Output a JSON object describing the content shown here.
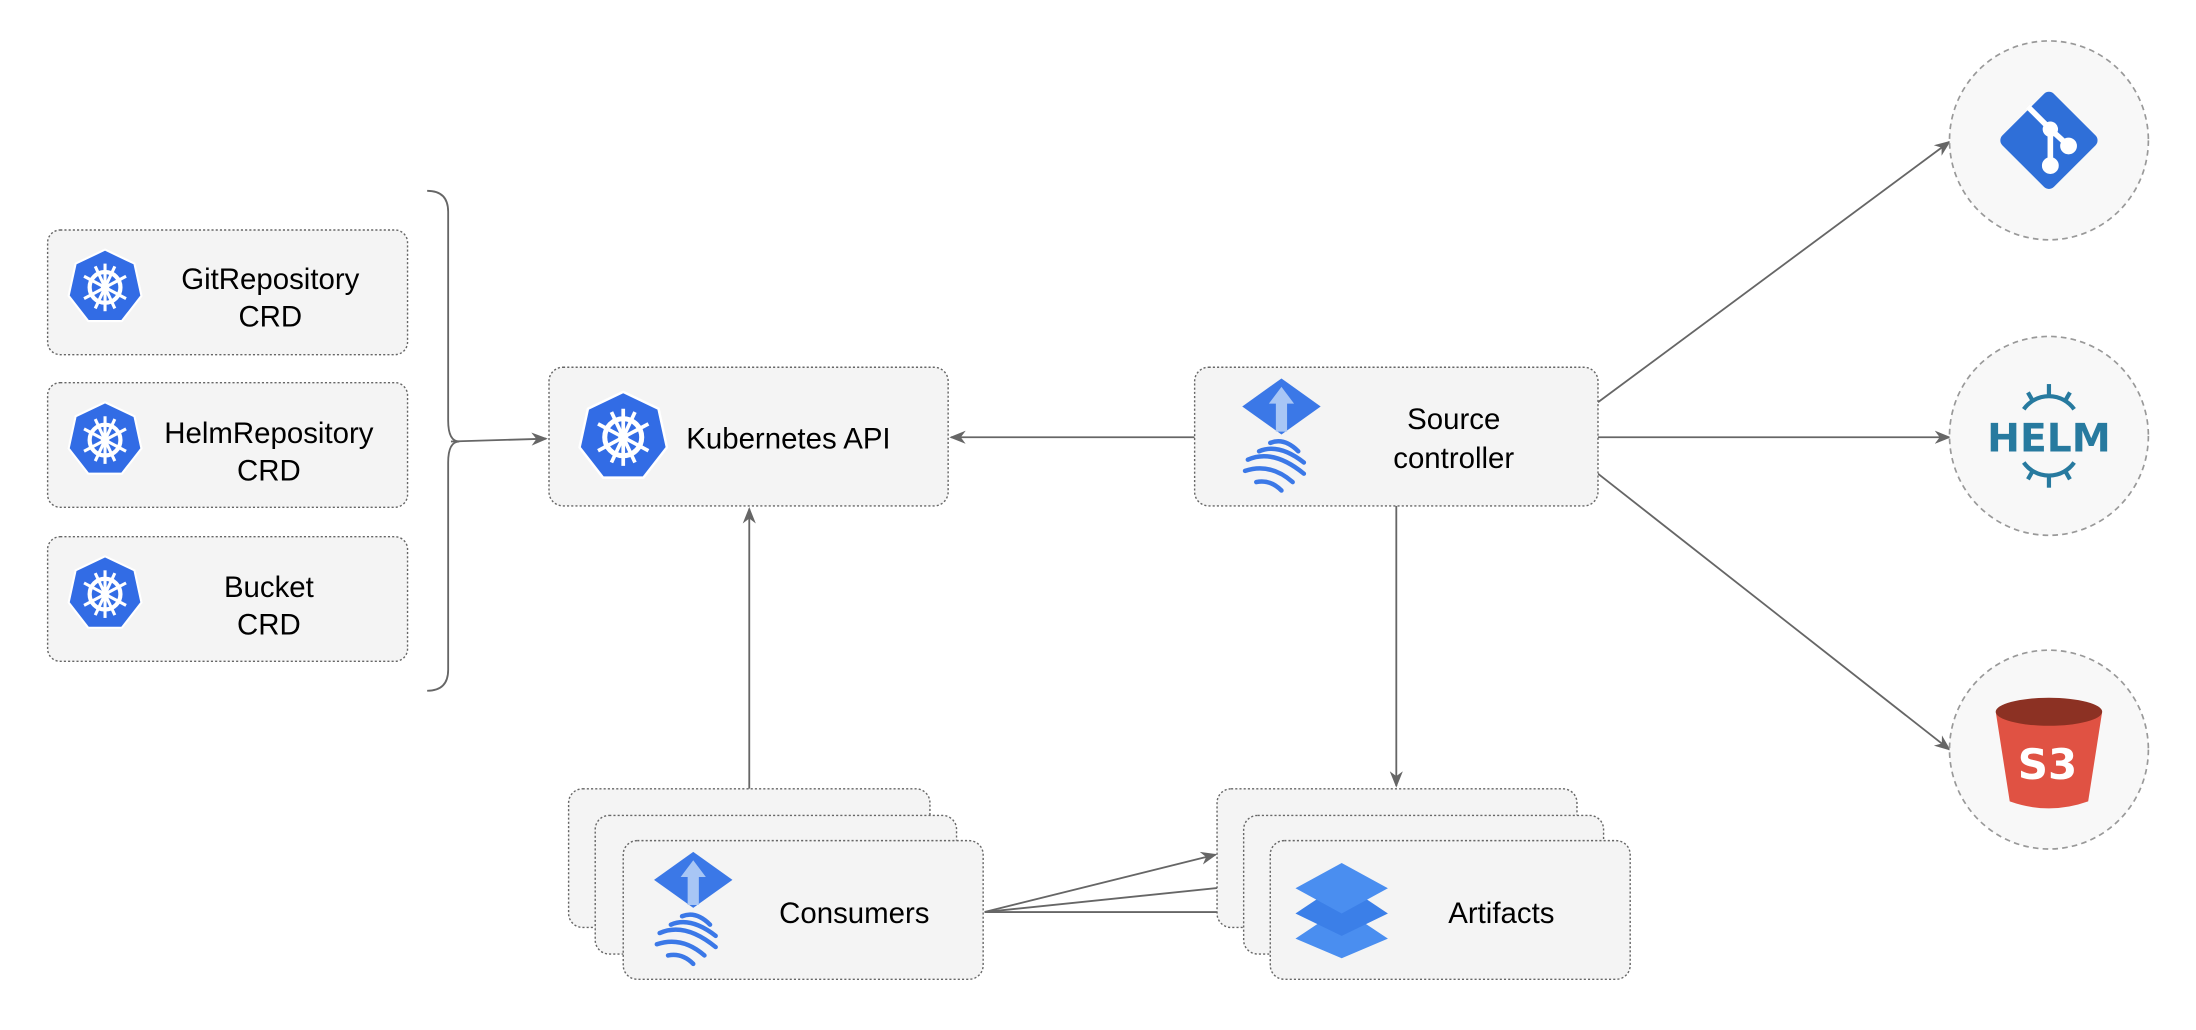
{
  "nodes": {
    "git_crd": {
      "line1": "GitRepository",
      "line2": "CRD",
      "icon": "kubernetes-icon"
    },
    "helm_crd": {
      "line1": "HelmRepository",
      "line2": "CRD",
      "icon": "kubernetes-icon"
    },
    "bucket_crd": {
      "line1": "Bucket",
      "line2": "CRD",
      "icon": "kubernetes-icon"
    },
    "kube_api": {
      "label": "Kubernetes API",
      "icon": "kubernetes-icon"
    },
    "source_controller": {
      "line1": "Source",
      "line2": "controller",
      "icon": "flux-icon"
    },
    "consumers": {
      "label": "Consumers",
      "icon": "flux-icon"
    },
    "artifacts": {
      "label": "Artifacts",
      "icon": "layers-icon"
    },
    "git": {
      "icon": "git-icon"
    },
    "helm": {
      "label": "HELM",
      "icon": "helm-icon"
    },
    "s3": {
      "label": "S3",
      "icon": "s3-bucket-icon"
    }
  },
  "colors": {
    "kubernetes_blue": "#326ce5",
    "flux_blue": "#3b78e7",
    "git_blue": "#2f6fd8",
    "helm_blue": "#277a9f",
    "s3_red": "#e05243",
    "s3_dark": "#8c3123"
  }
}
